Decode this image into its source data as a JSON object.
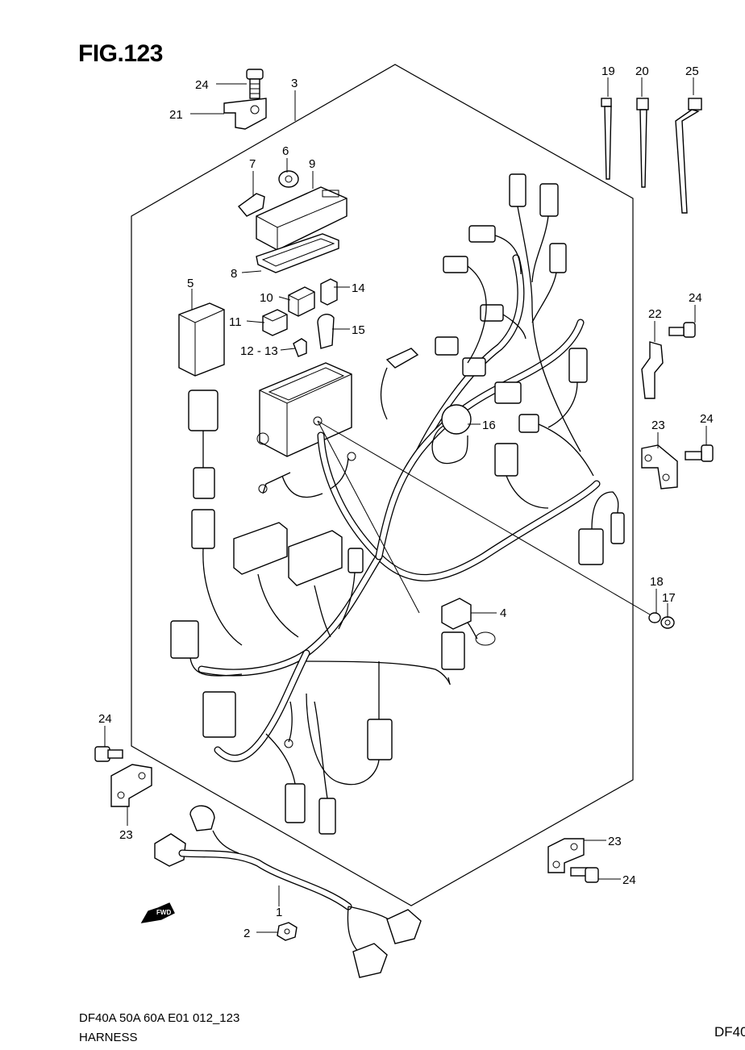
{
  "figure": {
    "title": "FIG.123"
  },
  "footer": {
    "model_line": "DF40A 50A 60A E01 012_123",
    "section": "HARNESS",
    "page_code": "DF40"
  },
  "badge": {
    "fwd": "FWD"
  },
  "callouts": [
    {
      "id": "c24a",
      "text": "24"
    },
    {
      "id": "c21",
      "text": "21"
    },
    {
      "id": "c3",
      "text": "3"
    },
    {
      "id": "c6",
      "text": "6"
    },
    {
      "id": "c7",
      "text": "7"
    },
    {
      "id": "c9",
      "text": "9"
    },
    {
      "id": "c8",
      "text": "8"
    },
    {
      "id": "c5",
      "text": "5"
    },
    {
      "id": "c10",
      "text": "10"
    },
    {
      "id": "c14",
      "text": "14"
    },
    {
      "id": "c11",
      "text": "11"
    },
    {
      "id": "c15",
      "text": "15"
    },
    {
      "id": "c1213",
      "text": "12 - 13"
    },
    {
      "id": "c16",
      "text": "16"
    },
    {
      "id": "c19",
      "text": "19"
    },
    {
      "id": "c20",
      "text": "20"
    },
    {
      "id": "c25",
      "text": "25"
    },
    {
      "id": "c22",
      "text": "22"
    },
    {
      "id": "c24b",
      "text": "24"
    },
    {
      "id": "c23a",
      "text": "23"
    },
    {
      "id": "c24c",
      "text": "24"
    },
    {
      "id": "c18",
      "text": "18"
    },
    {
      "id": "c17",
      "text": "17"
    },
    {
      "id": "c4",
      "text": "4"
    },
    {
      "id": "c24d",
      "text": "24"
    },
    {
      "id": "c23b",
      "text": "23"
    },
    {
      "id": "c23c",
      "text": "23"
    },
    {
      "id": "c24e",
      "text": "24"
    },
    {
      "id": "c1",
      "text": "1"
    },
    {
      "id": "c2",
      "text": "2"
    }
  ]
}
